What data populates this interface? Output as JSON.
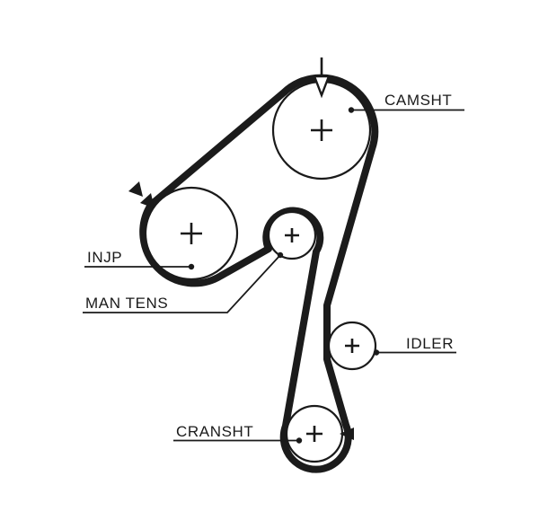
{
  "diagram": {
    "type": "timing-belt-routing-diagram",
    "background": "#ffffff",
    "line_color": "#1b1b1b",
    "labels": {
      "camshaft": "CAMSHT",
      "injection_pump": "INJP",
      "manual_tensioner": "MAN TENS",
      "idler": "IDLER",
      "crankshaft": "CRANSHT"
    }
  }
}
